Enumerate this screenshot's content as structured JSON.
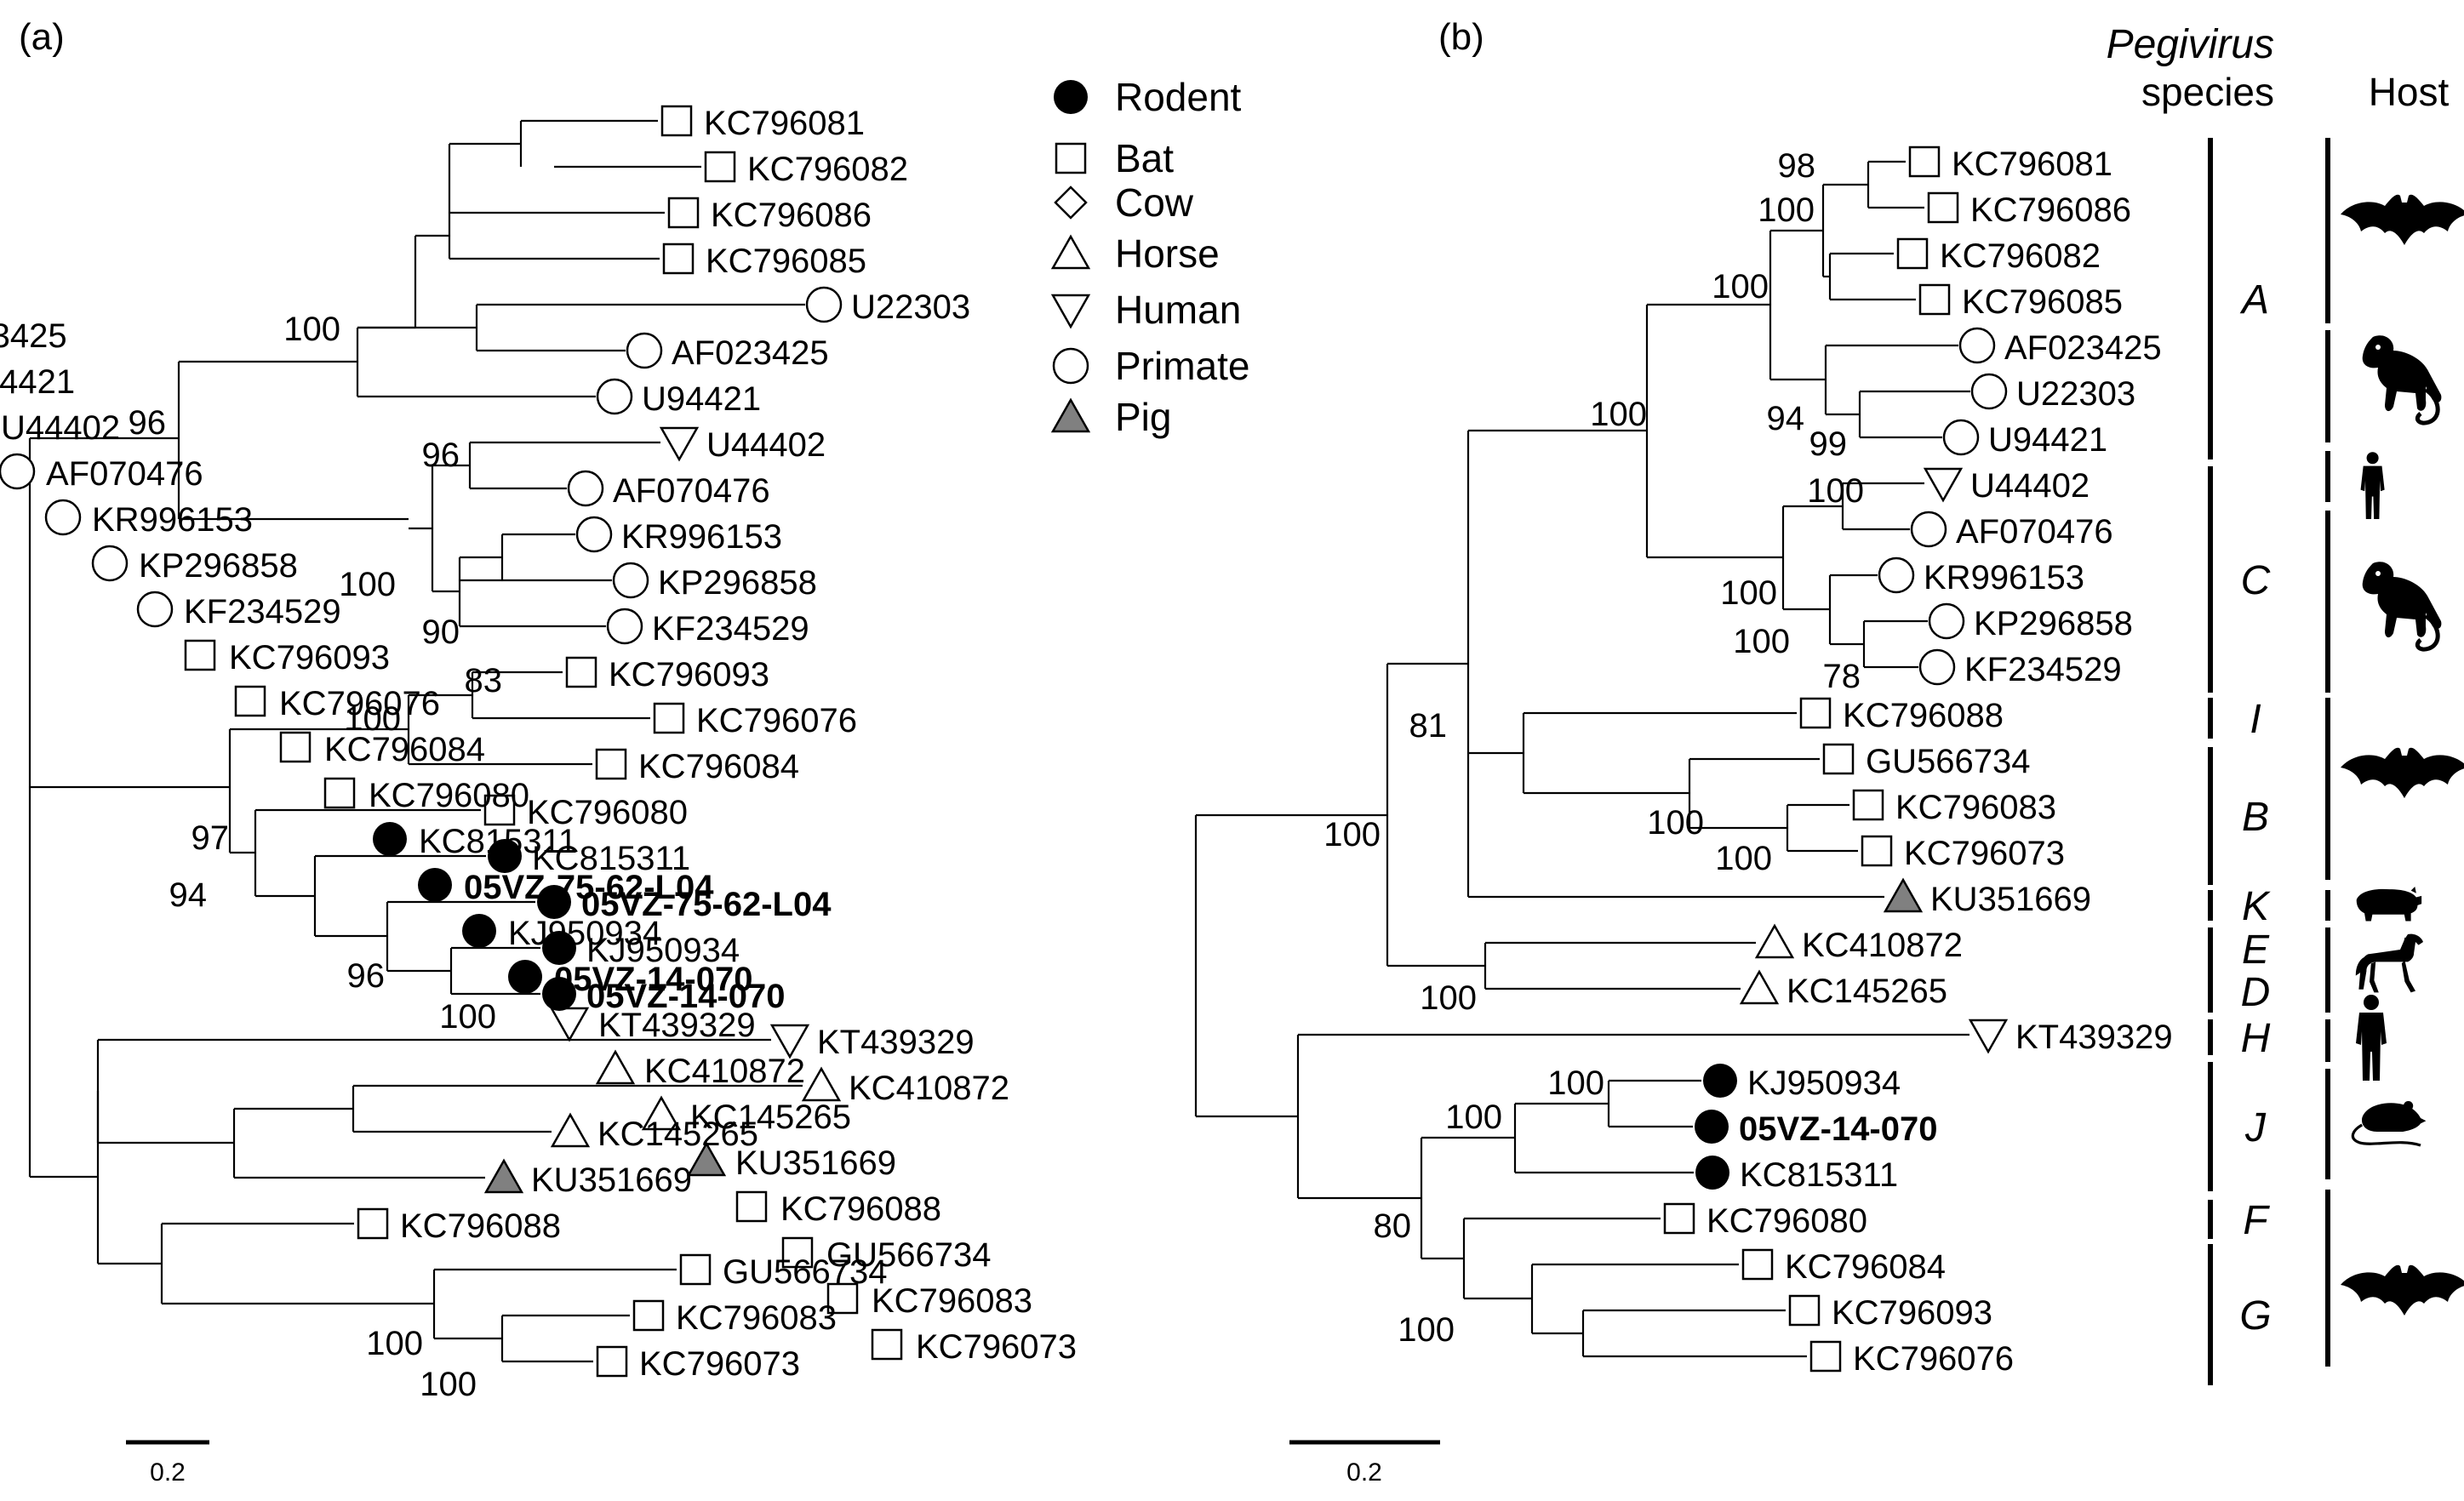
{
  "panels": {
    "a": "(a)",
    "b": "(b)"
  },
  "legend": [
    {
      "label": "Rodent",
      "host": "rodent"
    },
    {
      "label": "Bat",
      "host": "bat"
    },
    {
      "label": "Cow",
      "host": "cow"
    },
    {
      "label": "Horse",
      "host": "horse"
    },
    {
      "label": "Human",
      "host": "human"
    },
    {
      "label": "Primate",
      "host": "primate"
    },
    {
      "label": "Pig",
      "host": "pig"
    }
  ],
  "marker_colors": {
    "filled": "#000000",
    "pig": "#808080",
    "open": "#ffffff"
  },
  "tree_a": {
    "scale_label": "0.2",
    "tips": [
      {
        "id": "KC796081",
        "host": "bat"
      },
      {
        "id": "KC796082",
        "host": "bat"
      },
      {
        "id": "KC796086",
        "host": "bat"
      },
      {
        "id": "KC796085",
        "host": "bat"
      },
      {
        "id": "U22303",
        "host": "primate"
      },
      {
        "id": "AF023425",
        "host": "primate"
      },
      {
        "id": "U94421",
        "host": "primate"
      },
      {
        "id": "U44402",
        "host": "human"
      },
      {
        "id": "AF070476",
        "host": "primate"
      },
      {
        "id": "KR996153",
        "host": "primate"
      },
      {
        "id": "KP296858",
        "host": "primate"
      },
      {
        "id": "KF234529",
        "host": "primate"
      },
      {
        "id": "KC796093",
        "host": "bat"
      },
      {
        "id": "KC796076",
        "host": "bat"
      },
      {
        "id": "KC796084",
        "host": "bat"
      },
      {
        "id": "KC796080",
        "host": "bat"
      },
      {
        "id": "KC815311",
        "host": "rodent"
      },
      {
        "id": "05VZ-75-62-L04",
        "host": "rodent",
        "bold": true
      },
      {
        "id": "KJ950934",
        "host": "rodent"
      },
      {
        "id": "05VZ-14-070",
        "host": "rodent",
        "bold": true
      },
      {
        "id": "KT439329",
        "host": "human"
      },
      {
        "id": "KC410872",
        "host": "horse"
      },
      {
        "id": "KC145265",
        "host": "horse"
      },
      {
        "id": "KU351669",
        "host": "pig"
      },
      {
        "id": "KC796088",
        "host": "bat"
      },
      {
        "id": "GU566734",
        "host": "bat"
      },
      {
        "id": "KC796083",
        "host": "bat"
      },
      {
        "id": "KC796073",
        "host": "bat"
      }
    ],
    "bootstrap": [
      "100",
      "96",
      "96",
      "100",
      "90",
      "83",
      "100",
      "97",
      "94",
      "96",
      "100",
      "100",
      "100"
    ]
  },
  "tree_b": {
    "scale_label": "0.2",
    "tips": [
      {
        "id": "KC796081",
        "host": "bat"
      },
      {
        "id": "KC796086",
        "host": "bat"
      },
      {
        "id": "KC796082",
        "host": "bat"
      },
      {
        "id": "KC796085",
        "host": "bat"
      },
      {
        "id": "AF023425",
        "host": "primate"
      },
      {
        "id": "U22303",
        "host": "primate"
      },
      {
        "id": "U94421",
        "host": "primate"
      },
      {
        "id": "U44402",
        "host": "human"
      },
      {
        "id": "AF070476",
        "host": "primate"
      },
      {
        "id": "KR996153",
        "host": "primate"
      },
      {
        "id": "KP296858",
        "host": "primate"
      },
      {
        "id": "KF234529",
        "host": "primate"
      },
      {
        "id": "KC796088",
        "host": "bat"
      },
      {
        "id": "GU566734",
        "host": "bat"
      },
      {
        "id": "KC796083",
        "host": "bat"
      },
      {
        "id": "KC796073",
        "host": "bat"
      },
      {
        "id": "KU351669",
        "host": "pig"
      },
      {
        "id": "KC410872",
        "host": "horse"
      },
      {
        "id": "KC145265",
        "host": "horse"
      },
      {
        "id": "KT439329",
        "host": "human"
      },
      {
        "id": "KJ950934",
        "host": "rodent"
      },
      {
        "id": "05VZ-14-070",
        "host": "rodent",
        "bold": true
      },
      {
        "id": "KC815311",
        "host": "rodent"
      },
      {
        "id": "KC796080",
        "host": "bat"
      },
      {
        "id": "KC796084",
        "host": "bat"
      },
      {
        "id": "KC796093",
        "host": "bat"
      },
      {
        "id": "KC796076",
        "host": "bat"
      }
    ],
    "bootstrap": [
      "98",
      "100",
      "100",
      "100",
      "94",
      "99",
      "100",
      "100",
      "100",
      "78",
      "81",
      "100",
      "100",
      "100",
      "100",
      "100",
      "100",
      "80",
      "100"
    ],
    "species_header_1": "Pegivirus",
    "species_header_2": "species",
    "host_header": "Host",
    "species": [
      "A",
      "C",
      "I",
      "B",
      "K",
      "E",
      "D",
      "H",
      "J",
      "F",
      "G"
    ],
    "host_silhouettes": [
      "bat",
      "primate",
      "human",
      "primate",
      "bat",
      "pig",
      "horse",
      "human",
      "rodent",
      "bat"
    ]
  }
}
